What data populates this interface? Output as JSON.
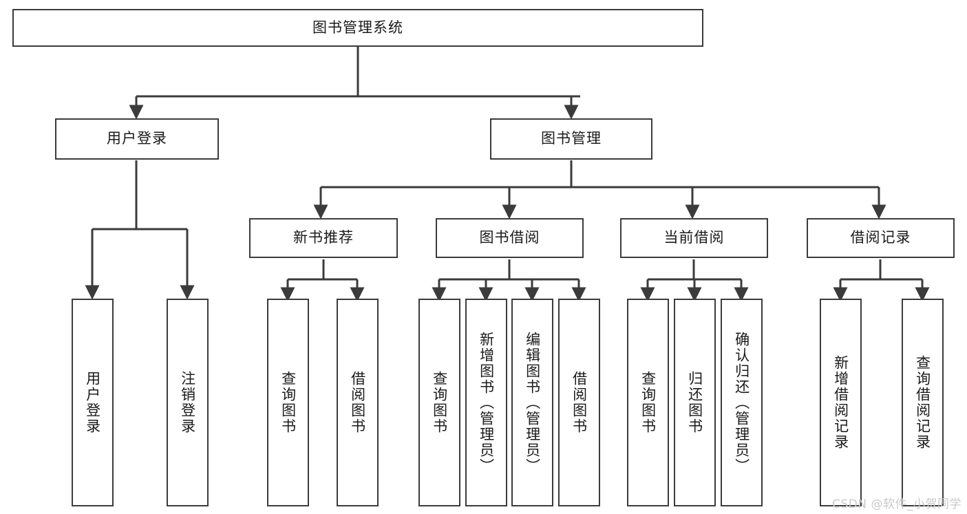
{
  "diagram": {
    "title": "图书管理系统",
    "type": "tree-hierarchy",
    "watermark": "CSDN @软件_小贺同学",
    "line_color": "#3b3b3b",
    "box_fill": "#ffffff",
    "text_color": "#1a1a1a",
    "watermark_color": "#c9c9c9"
  },
  "nodes": {
    "root": {
      "label": "图书管理系统"
    },
    "level2": [
      {
        "label": "用户登录"
      },
      {
        "label": "图书管理"
      }
    ],
    "level3": [
      {
        "label": "新书推荐"
      },
      {
        "label": "图书借阅"
      },
      {
        "label": "当前借阅"
      },
      {
        "label": "借阅记录"
      }
    ],
    "leaves_user_login": [
      {
        "label": "用户登录"
      },
      {
        "label": "注销登录"
      }
    ],
    "leaves_new_book": [
      {
        "label": "查询图书"
      },
      {
        "label": "借阅图书"
      }
    ],
    "leaves_borrow": [
      {
        "label": "查询图书"
      },
      {
        "label": "新增图书（管理员）"
      },
      {
        "label": "编辑图书（管理员）"
      },
      {
        "label": "借阅图书"
      }
    ],
    "leaves_current": [
      {
        "label": "查询图书"
      },
      {
        "label": "归还图书"
      },
      {
        "label": "确认归还（管理员）"
      }
    ],
    "leaves_record": [
      {
        "label": "新增借阅记录"
      },
      {
        "label": "查询借阅记录"
      }
    ]
  }
}
